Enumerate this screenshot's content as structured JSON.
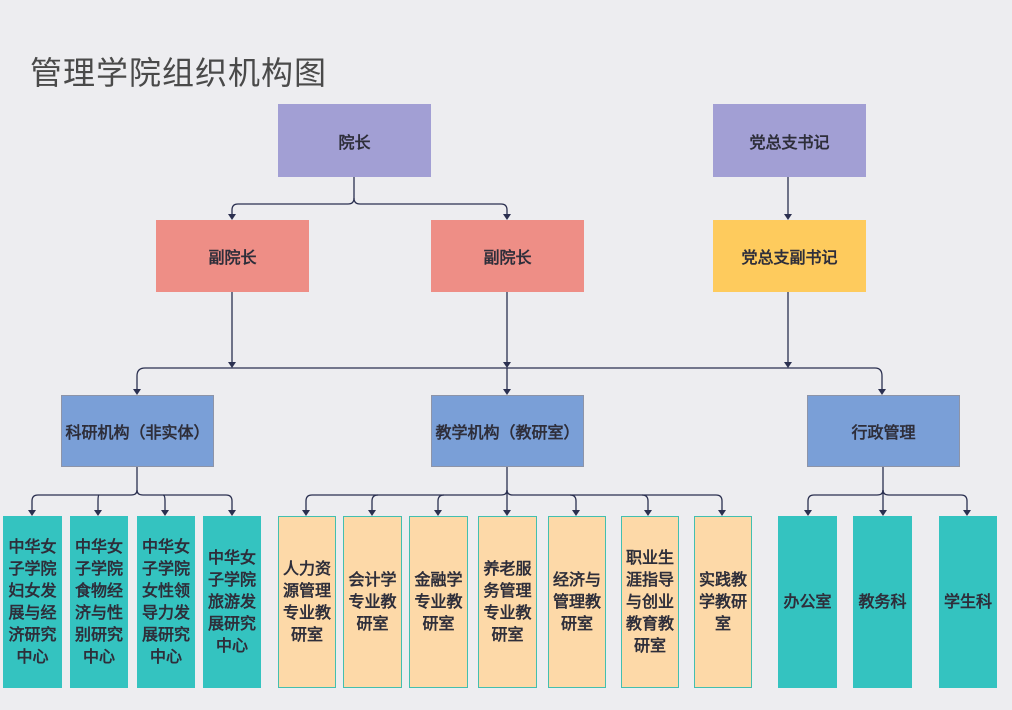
{
  "title": "管理学院组织机构图",
  "colors": {
    "leader": "#a29fd4",
    "vice": "#ee8e86",
    "vice_party": "#fecb5d",
    "department": "#7a9fd7",
    "research_center": "#34c3c0",
    "teaching_office": "#fdd9a8",
    "connector": "#2b3050"
  },
  "top": {
    "dean": "院长",
    "party_secretary": "党总支书记"
  },
  "second": {
    "vice_dean_1": "副院长",
    "vice_dean_2": "副院长",
    "deputy_party_secretary": "党总支副书记"
  },
  "departments": {
    "research": "科研机构（非实体）",
    "teaching": "教学机构（教研室）",
    "admin": "行政管理"
  },
  "research_centers": [
    "中华女子学院妇女发展与经济研究中心",
    "中华女子学院食物经济与性别研究中心",
    "中华女子学院女性领导力发展研究中心",
    "中华女子学院旅游发展研究中心"
  ],
  "teaching_offices": [
    "人力资源管理专业教研室",
    "会计学专业教研室",
    "金融学专业教研室",
    "养老服务管理专业教研室",
    "经济与管理教研室",
    "职业生涯指导与创业教育教研室",
    "实践教学教研室"
  ],
  "admin_units": [
    "办公室",
    "教务科",
    "学生科"
  ]
}
